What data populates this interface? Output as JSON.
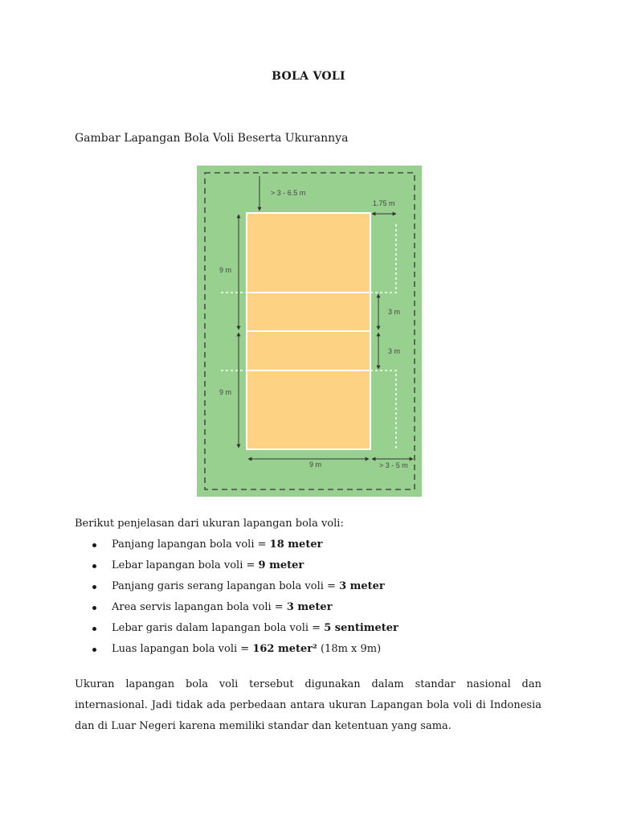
{
  "document": {
    "title": "BOLA VOLI",
    "subtitle": "Gambar Lapangan Bola Voli Beserta Ukurannya",
    "figure": {
      "labels": {
        "free_zone_top": "> 3 - 6.5 m",
        "side_offset": "1.75 m",
        "half_length_top": "9 m",
        "half_length_bottom": "9 m",
        "attack_zone_top": "3 m",
        "attack_zone_bottom": "3 m",
        "court_width": "9 m",
        "free_zone_side": "> 3 - 5 m"
      },
      "colors": {
        "surround": "#98d18f",
        "court": "#fdd283",
        "lines": "#ffffff",
        "dashed_border": "#333333"
      }
    },
    "intro": "Berikut penjelasan dari ukuran lapangan bola voli:",
    "items": [
      {
        "label": "Panjang lapangan bola voli = ",
        "value": "18 meter",
        "extra": ""
      },
      {
        "label": "Lebar lapangan bola voli = ",
        "value": "9 meter",
        "extra": ""
      },
      {
        "label": "Panjang garis serang lapangan bola voli = ",
        "value": "3 meter",
        "extra": ""
      },
      {
        "label": "Area servis lapangan bola voli = ",
        "value": "3 meter",
        "extra": ""
      },
      {
        "label": "Lebar garis dalam lapangan bola voli = ",
        "value": "5 sentimeter",
        "extra": ""
      },
      {
        "label": "Luas lapangan bola voli = ",
        "value": "162 meter²",
        "extra": " (18m x 9m)"
      }
    ],
    "paragraph": "Ukuran lapangan bola voli tersebut digunakan dalam standar nasional dan internasional. Jadi tidak ada perbedaan antara ukuran Lapangan bola voli di Indonesia dan di Luar Negeri karena memiliki standar dan ketentuan yang sama."
  }
}
